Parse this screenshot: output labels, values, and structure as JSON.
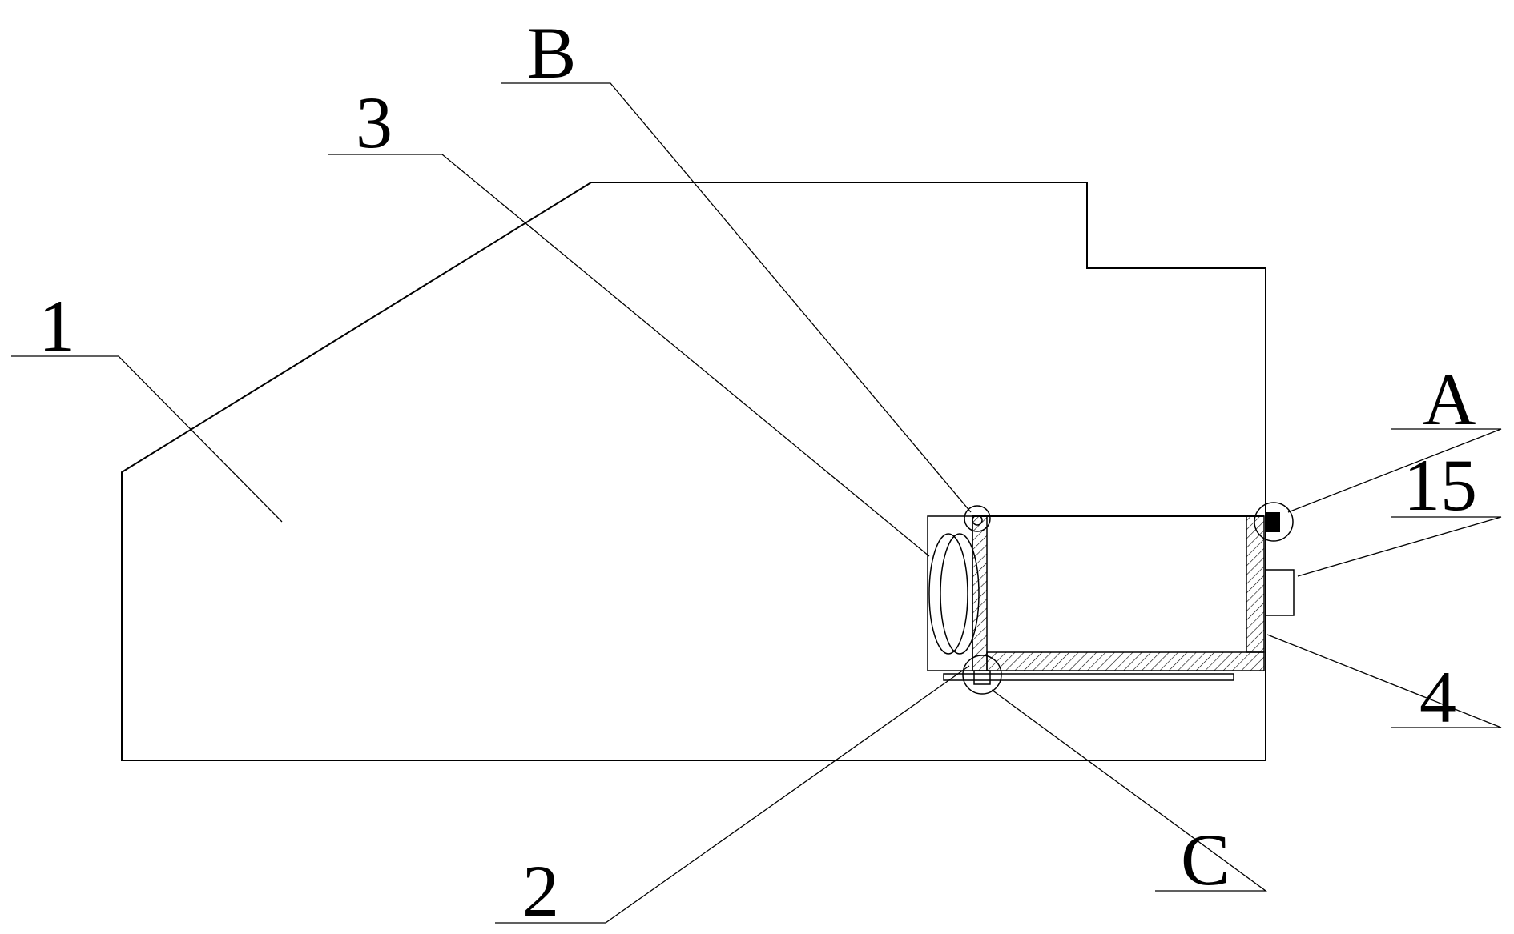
{
  "labels": {
    "part_1": "1",
    "part_2": "2",
    "part_3": "3",
    "part_4": "4",
    "part_15": "15",
    "detail_a": "A",
    "detail_b": "B",
    "detail_c": "C"
  },
  "colors": {
    "line": "#000000",
    "background": "#ffffff"
  }
}
